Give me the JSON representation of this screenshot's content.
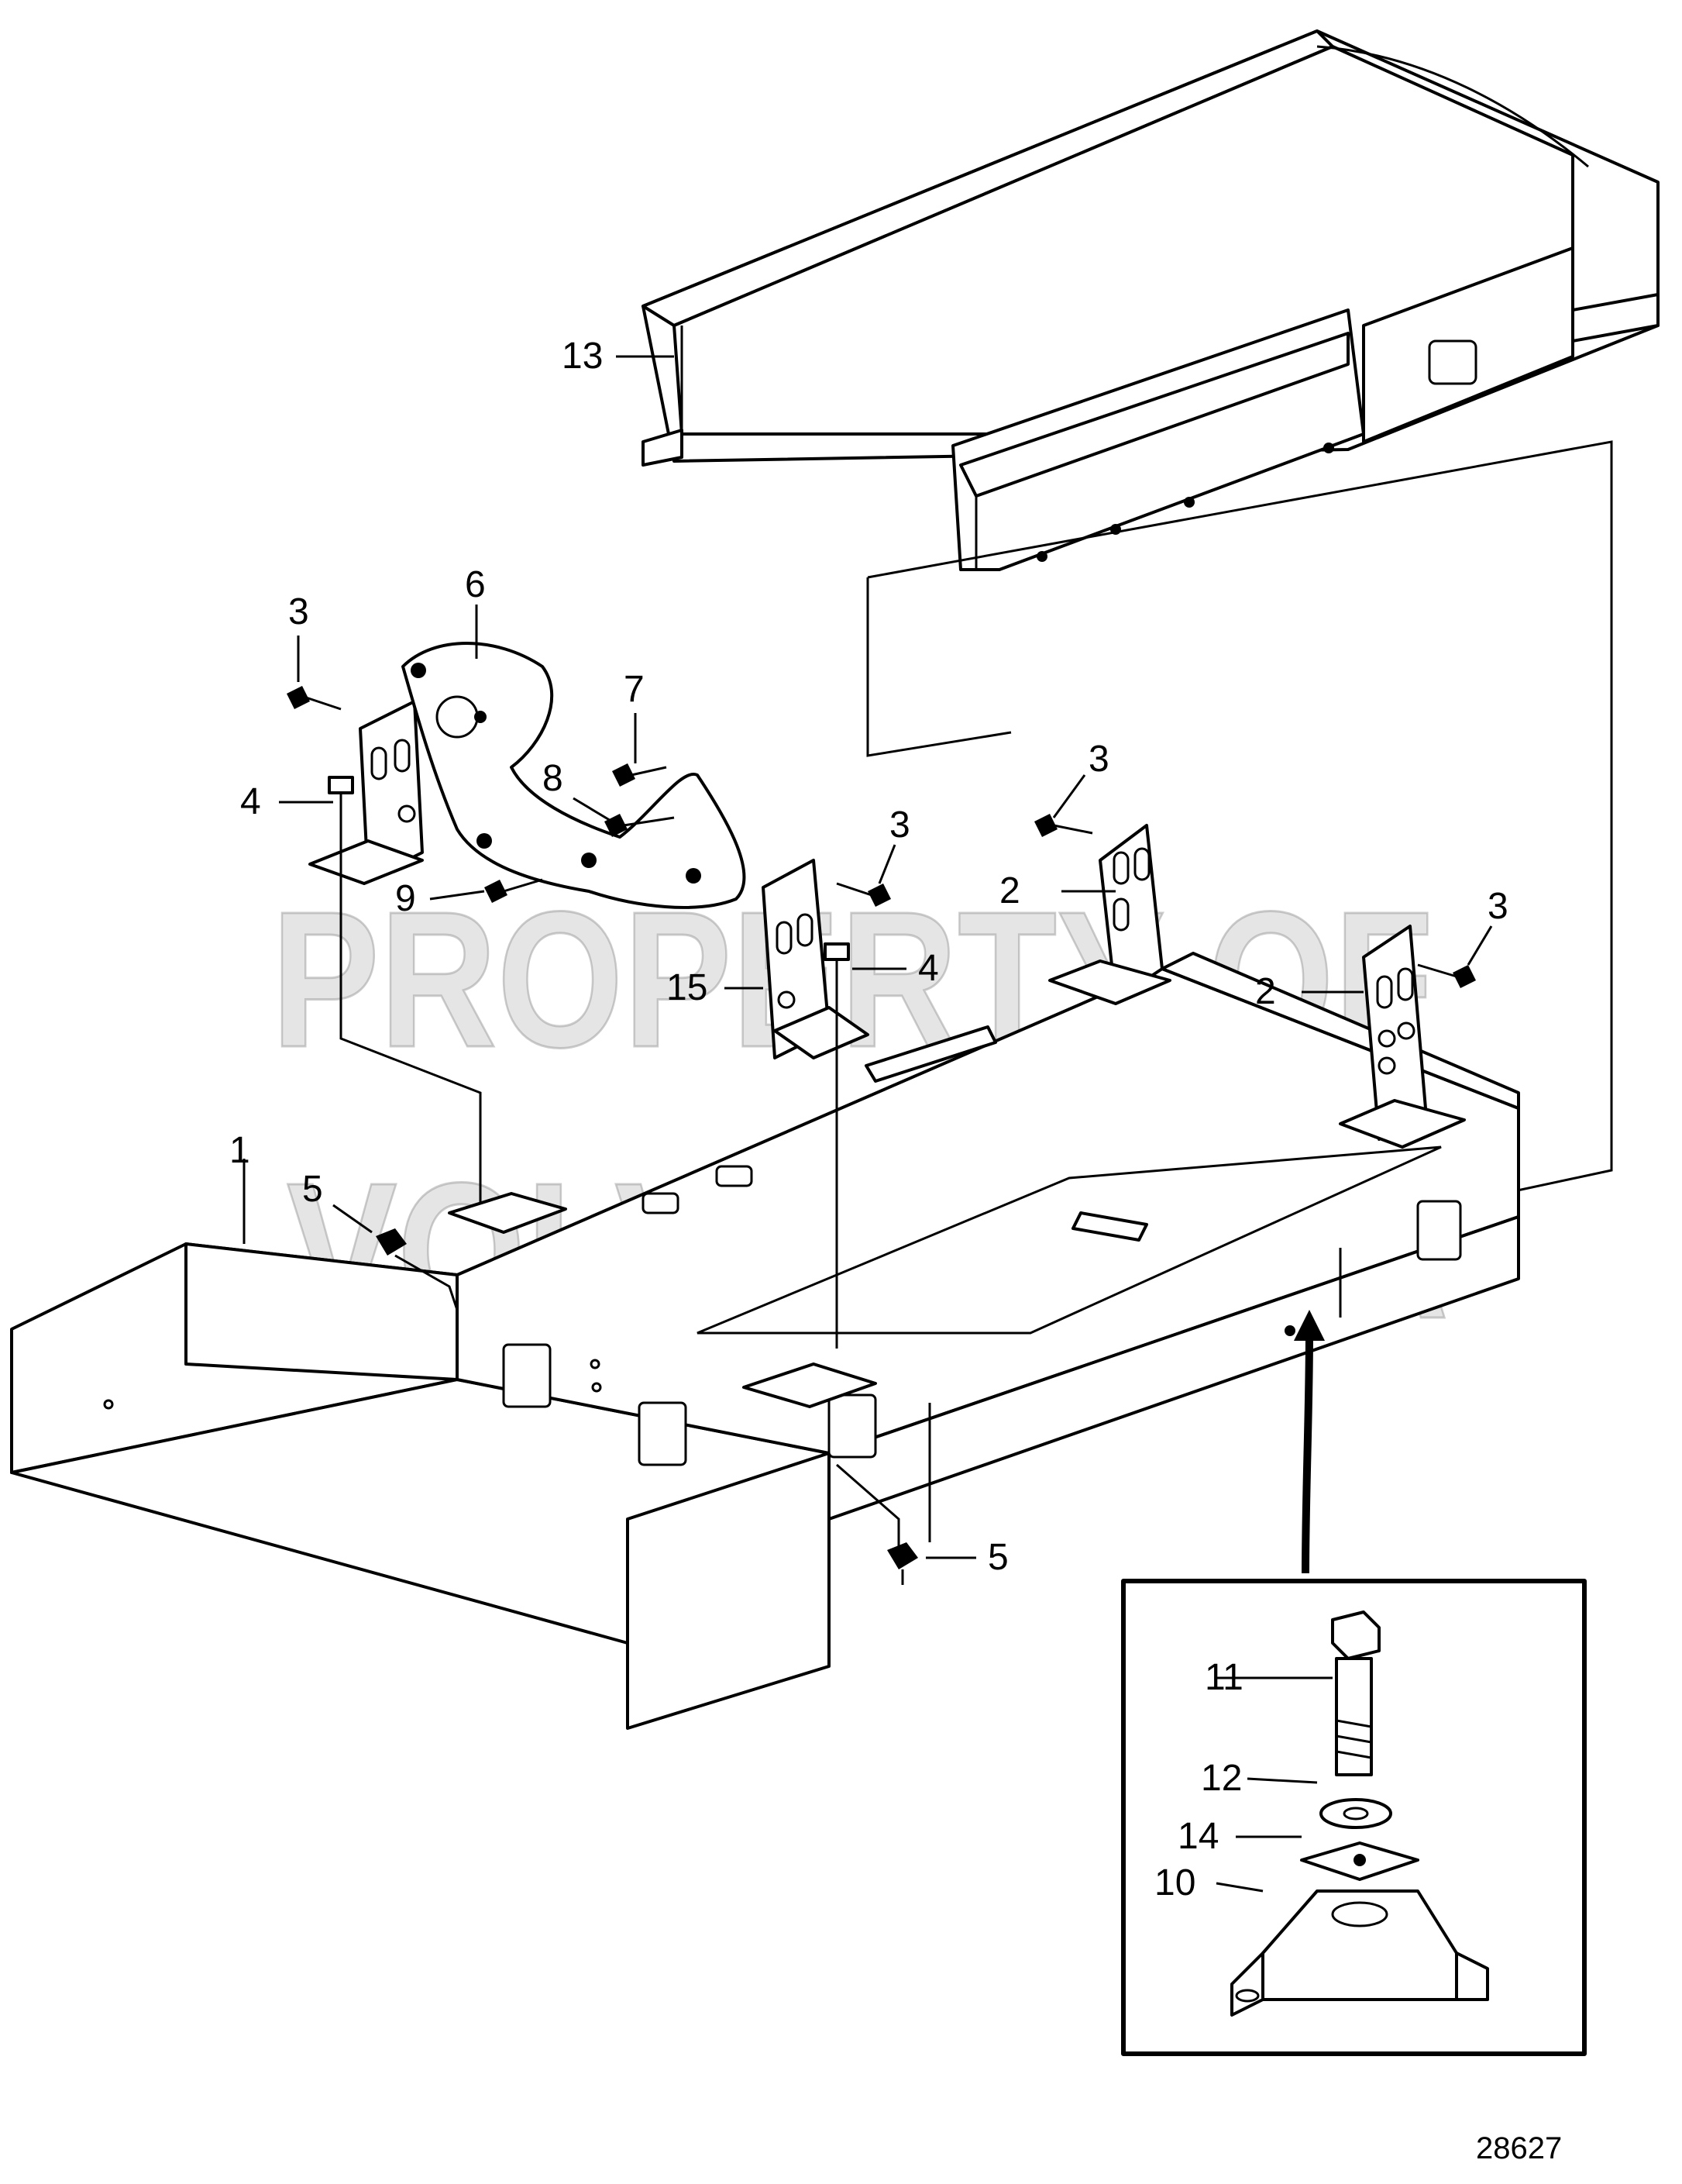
{
  "figure": {
    "reference_number": "28627",
    "watermark_lines": [
      "PROPERTY OF",
      "VOLVO PENTA"
    ]
  },
  "callouts": [
    {
      "id": "c1",
      "label": "1"
    },
    {
      "id": "c2a",
      "label": "2"
    },
    {
      "id": "c2b",
      "label": "2"
    },
    {
      "id": "c3a",
      "label": "3"
    },
    {
      "id": "c3b",
      "label": "3"
    },
    {
      "id": "c3c",
      "label": "3"
    },
    {
      "id": "c3d",
      "label": "3"
    },
    {
      "id": "c4a",
      "label": "4"
    },
    {
      "id": "c4b",
      "label": "4"
    },
    {
      "id": "c5a",
      "label": "5"
    },
    {
      "id": "c5b",
      "label": "5"
    },
    {
      "id": "c6",
      "label": "6"
    },
    {
      "id": "c7",
      "label": "7"
    },
    {
      "id": "c8",
      "label": "8"
    },
    {
      "id": "c9",
      "label": "9"
    },
    {
      "id": "c10",
      "label": "10"
    },
    {
      "id": "c11",
      "label": "11"
    },
    {
      "id": "c12",
      "label": "12"
    },
    {
      "id": "c13",
      "label": "13"
    },
    {
      "id": "c14",
      "label": "14"
    },
    {
      "id": "c15",
      "label": "15"
    }
  ]
}
